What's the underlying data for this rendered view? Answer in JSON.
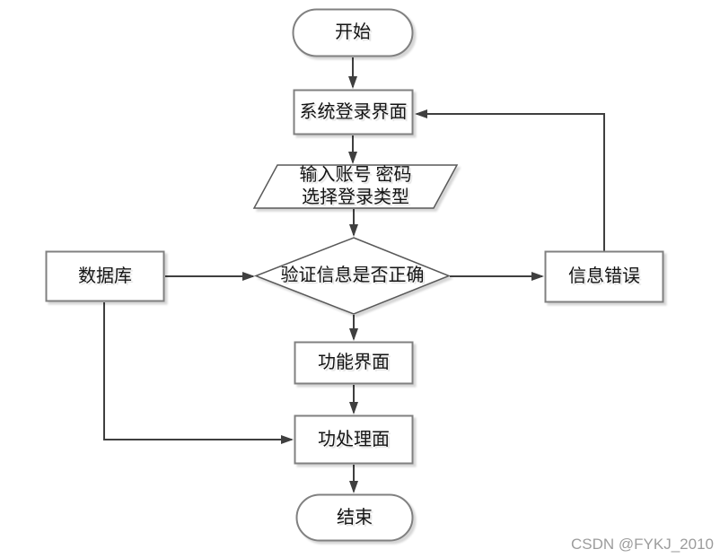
{
  "diagram": {
    "title": "login-flowchart",
    "background_color": "#ffffff",
    "shape_border_color": "#808080",
    "decision_border_color": "#595959",
    "line_color": "#3f3f3f",
    "text_color": "#141414",
    "nodes": {
      "start": {
        "type": "terminator",
        "label": "开始"
      },
      "login": {
        "type": "process",
        "label": "系统登录界面"
      },
      "input": {
        "type": "input-output",
        "line1": "输入账号 密码",
        "line2": "选择登录类型"
      },
      "verify": {
        "type": "decision",
        "label": "验证信息是否正确"
      },
      "database": {
        "type": "process",
        "label": "数据库"
      },
      "error": {
        "type": "process",
        "label": "信息错误"
      },
      "function": {
        "type": "process",
        "label": "功能界面"
      },
      "process": {
        "type": "process",
        "label": "功处理面"
      },
      "end": {
        "type": "terminator",
        "label": "结束"
      }
    },
    "edges": [
      {
        "from": "start",
        "to": "login"
      },
      {
        "from": "login",
        "to": "input"
      },
      {
        "from": "input",
        "to": "verify"
      },
      {
        "from": "database",
        "to": "verify"
      },
      {
        "from": "verify",
        "to": "error"
      },
      {
        "from": "error",
        "to": "login"
      },
      {
        "from": "verify",
        "to": "function"
      },
      {
        "from": "function",
        "to": "process"
      },
      {
        "from": "database",
        "to": "process"
      },
      {
        "from": "process",
        "to": "end"
      }
    ]
  },
  "watermark": {
    "text": "CSDN @FYKJ_2010",
    "color": "#9c9c9c"
  }
}
